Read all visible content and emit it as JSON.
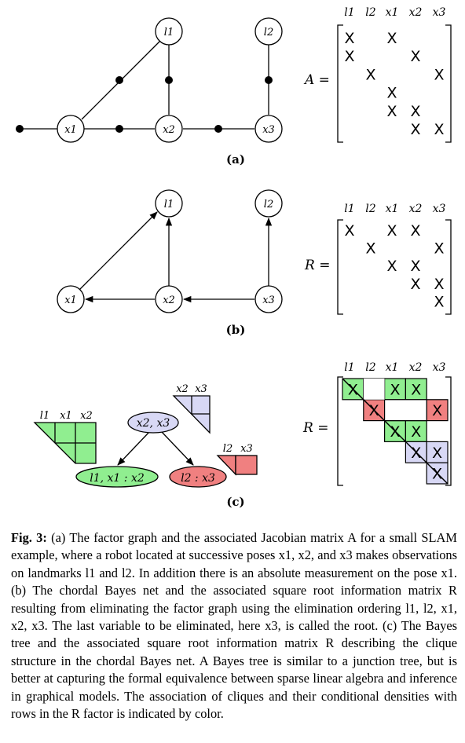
{
  "panel_a": {
    "label": "(a)",
    "nodes": {
      "l1": "l1",
      "l2": "l2",
      "x1": "x1",
      "x2": "x2",
      "x3": "x3"
    },
    "matrix_name": "A =",
    "col_headers": [
      "l1",
      "l2",
      "x1",
      "x2",
      "x3"
    ],
    "rows": [
      [
        "X",
        "",
        "X",
        "",
        ""
      ],
      [
        "X",
        "",
        "",
        "X",
        ""
      ],
      [
        "",
        "X",
        "",
        "",
        "X"
      ],
      [
        "",
        "",
        "X",
        "",
        ""
      ],
      [
        "",
        "",
        "X",
        "X",
        ""
      ],
      [
        "",
        "",
        "",
        "X",
        "X"
      ]
    ]
  },
  "panel_b": {
    "label": "(b)",
    "nodes": {
      "l1": "l1",
      "l2": "l2",
      "x1": "x1",
      "x2": "x2",
      "x3": "x3"
    },
    "matrix_name": "R =",
    "col_headers": [
      "l1",
      "l2",
      "x1",
      "x2",
      "x3"
    ],
    "rows": [
      [
        "X",
        "",
        "X",
        "X",
        ""
      ],
      [
        "",
        "X",
        "",
        "",
        "X"
      ],
      [
        "",
        "",
        "X",
        "X",
        ""
      ],
      [
        "",
        "",
        "",
        "X",
        "X"
      ],
      [
        "",
        "",
        "",
        "",
        "X"
      ]
    ]
  },
  "panel_c": {
    "label": "(c)",
    "root_clique": "x2, x3",
    "child_clique_1": "l1, x1 : x2",
    "child_clique_2": "l2 : x3",
    "block_root_headers": [
      "x2",
      "x3"
    ],
    "block_1_headers": [
      "l1",
      "x1",
      "x2"
    ],
    "block_2_headers": [
      "l2",
      "x3"
    ],
    "matrix_name": "R =",
    "col_headers": [
      "l1",
      "l2",
      "x1",
      "x2",
      "x3"
    ],
    "rows": [
      [
        "X",
        "",
        "X",
        "X",
        ""
      ],
      [
        "",
        "X",
        "",
        "",
        "X"
      ],
      [
        "",
        "",
        "X",
        "X",
        ""
      ],
      [
        "",
        "",
        "",
        "X",
        "X"
      ],
      [
        "",
        "",
        "",
        "",
        "X"
      ]
    ],
    "colors": {
      "green": "#90ee90",
      "red": "#f08080",
      "lavender": "#d8d8f5",
      "edge": "#000000"
    }
  },
  "caption": {
    "lead": "Fig. 3:",
    "body": "(a) The factor graph and the associated Jacobian matrix A for a small SLAM example, where a robot located at successive poses x1, x2, and x3 makes observations on landmarks l1 and l2. In addition there is an absolute measurement on the pose x1. (b) The chordal Bayes net and the associated square root information matrix R resulting from eliminating the factor graph using the elimination ordering l1, l2, x1, x2, x3. The last variable to be eliminated, here x3, is called the root. (c) The Bayes tree and the associated square root information matrix R describing the clique structure in the chordal Bayes net. A Bayes tree is similar to a junction tree, but is better at capturing the formal equivalence between sparse linear algebra and inference in graphical models. The association of cliques and their conditional densities with rows in the R factor is indicated by color."
  }
}
